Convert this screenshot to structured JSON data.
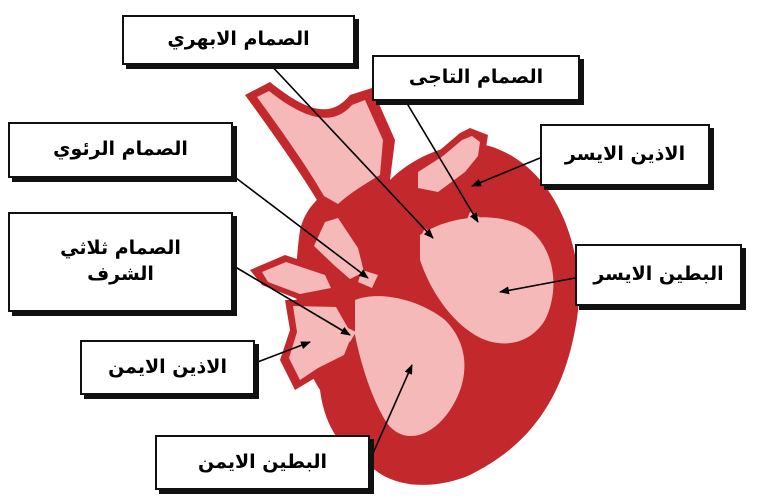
{
  "colors": {
    "heart_dark": "#c3292c",
    "heart_light": "#f4b9b8",
    "leader_line": "#000000",
    "box_border": "#111111"
  },
  "labels": {
    "aortic_valve": "الصمام الابهري",
    "mitral_valve": "الصمام التاجى",
    "pulmonary_valve": "الصمام الرئوي",
    "left_atrium": "الاذين الايسر",
    "tricuspid_line1": "الصمام ثلاثي",
    "tricuspid_line2": "الشرف",
    "left_ventricle": "البطين الايسر",
    "right_atrium": "الاذين الايمن",
    "right_ventricle": "البطين الايمن"
  }
}
